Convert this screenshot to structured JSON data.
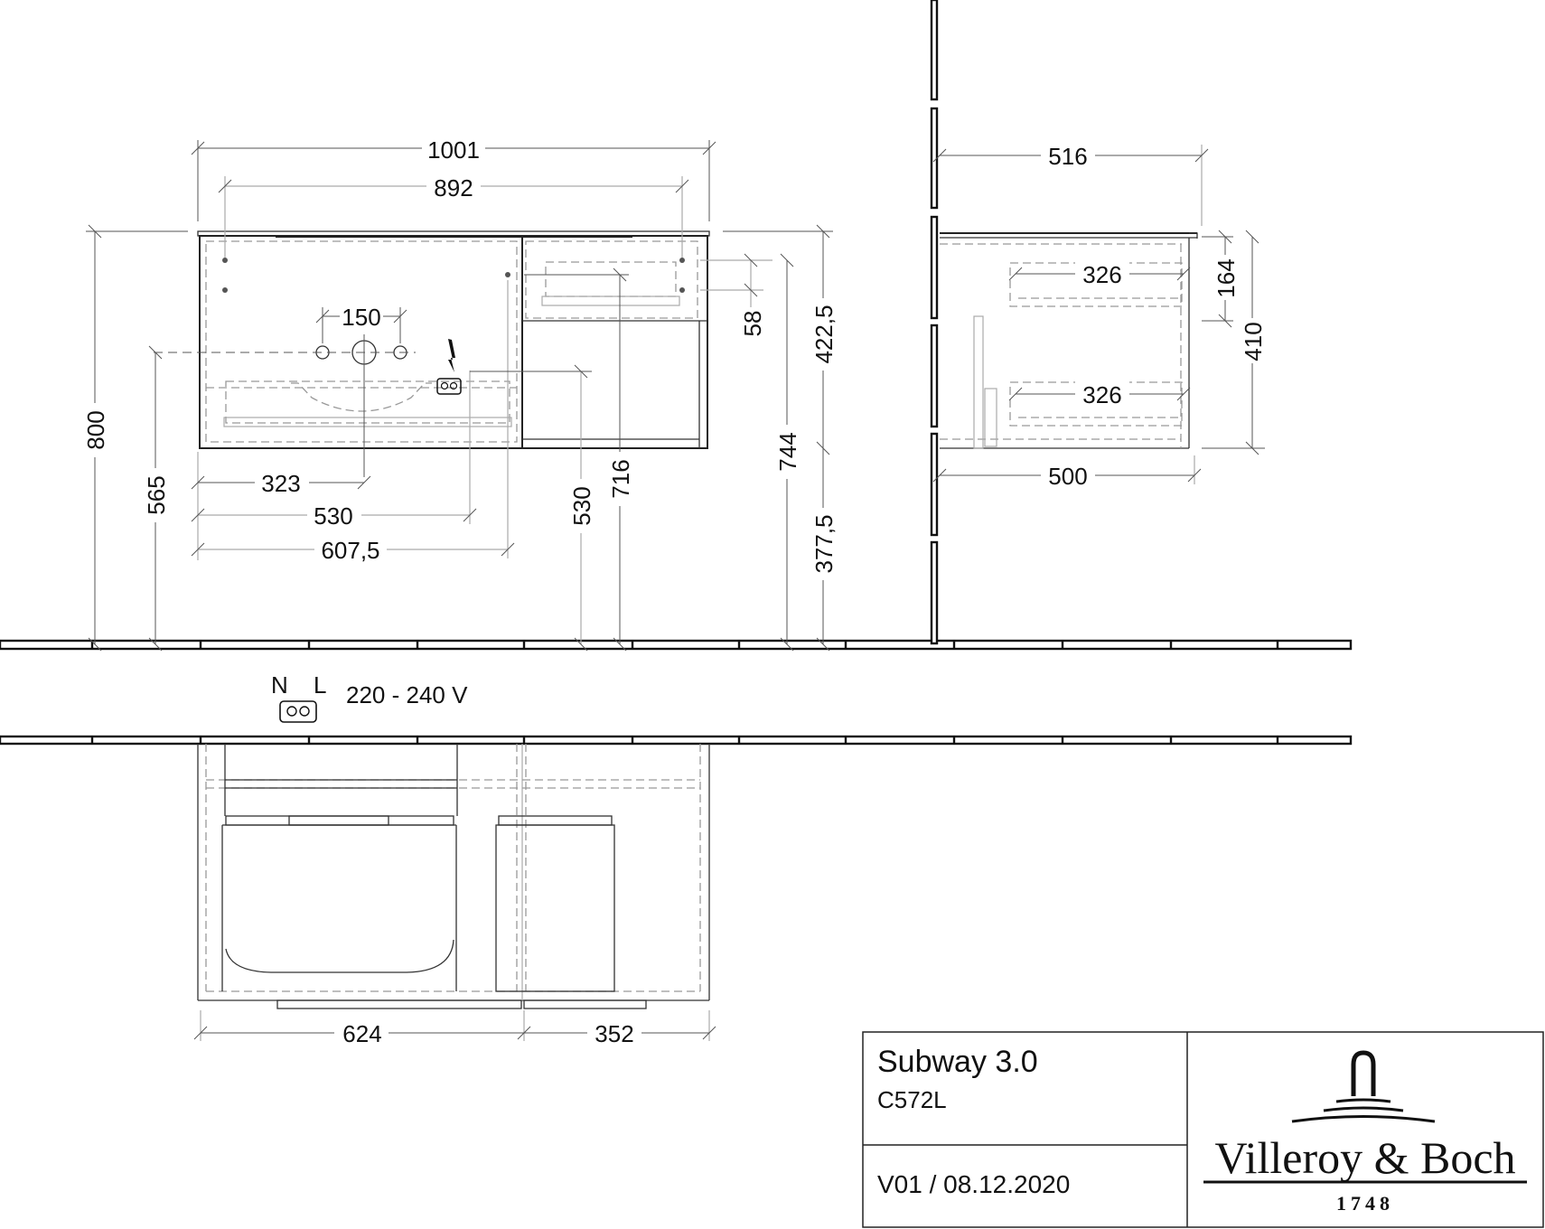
{
  "drawing": {
    "front_view": {
      "width_overall": "1001",
      "width_inner": "892",
      "tap_holes_spacing": "150",
      "drain_offset_x": "323",
      "socket_offset_x": "530",
      "fixing_offset_x": "607,5",
      "height_overall": "800",
      "drain_height": "565",
      "socket_height": "530",
      "fixing_height_right": "716",
      "drawer_fixing_spacing": "58",
      "fixing_height_top": "744",
      "cabinet_height": "422,5",
      "floor_clearance": "377,5"
    },
    "side_view": {
      "depth_overall": "516",
      "drawer_depth_top": "326",
      "drawer_depth_bottom": "326",
      "depth_body": "500",
      "drawer_height_top": "164",
      "body_height": "410"
    },
    "electrical": {
      "neutral_label": "N",
      "live_label": "L",
      "voltage": "220 - 240 V"
    },
    "plan_view": {
      "left_width": "624",
      "right_width": "352"
    }
  },
  "title_block": {
    "product_name": "Subway 3.0",
    "article_code": "C572L",
    "version_date": "V01 / 08.12.2020",
    "brand_name": "Villeroy & Boch",
    "brand_year": "1748"
  }
}
